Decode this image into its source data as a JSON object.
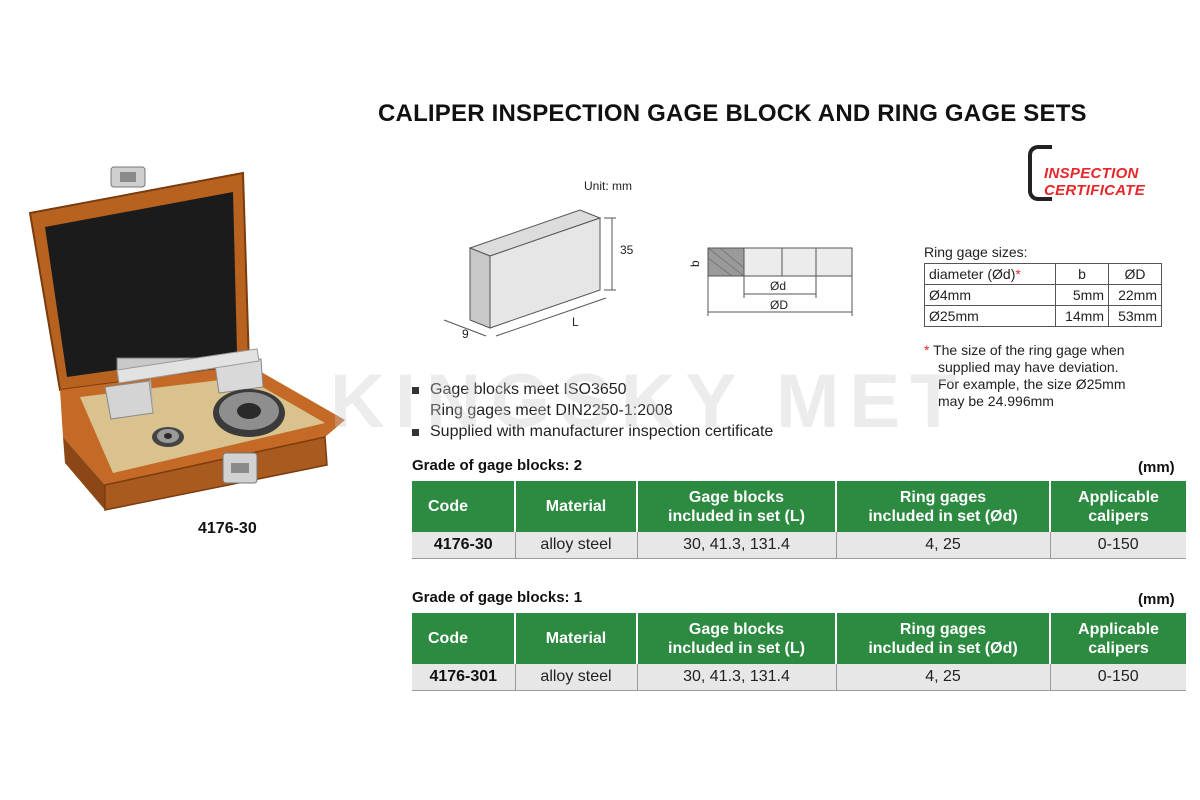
{
  "title": "CALIPER INSPECTION GAGE BLOCK AND RING GAGE SETS",
  "certificate": {
    "line1": "INSPECTION",
    "line2": "CERTIFICATE"
  },
  "product_code": "4176-30",
  "drawing": {
    "unit": "Unit: mm",
    "block_height": "35",
    "block_width": "9",
    "block_length": "L",
    "ring_b": "b",
    "ring_inner": "Ød",
    "ring_outer": "ØD"
  },
  "ring_gage": {
    "caption": "Ring gage sizes:",
    "headers": {
      "diameter": "diameter (Ød)",
      "star": "*",
      "b": "b",
      "od": "ØD"
    },
    "rows": [
      {
        "d": "Ø4mm",
        "b": "5mm",
        "od": "22mm"
      },
      {
        "d": "Ø25mm",
        "b": "14mm",
        "od": "53mm"
      }
    ]
  },
  "note": {
    "star": "*",
    "lines": [
      "The size of the ring gage when",
      "supplied may have deviation.",
      "For example, the size Ø25mm",
      "may be 24.996mm"
    ]
  },
  "features": [
    "Gage blocks meet ISO3650",
    "Ring gages meet DIN2250-1:2008",
    "Supplied with manufacturer inspection certificate"
  ],
  "watermark": "KINGSKY MET",
  "tables": [
    {
      "grade": "Grade of gage blocks: 2",
      "unit": "(mm)",
      "headers": {
        "code": "Code",
        "material": "Material",
        "blocks_1": "Gage blocks",
        "blocks_2": "included in set (L)",
        "rings_1": "Ring gages",
        "rings_2": "included in set (Ød)",
        "calipers_1": "Applicable",
        "calipers_2": "calipers"
      },
      "row": {
        "code": "4176-30",
        "material": "alloy steel",
        "blocks": "30, 41.3, 131.4",
        "rings": "4, 25",
        "calipers": "0-150"
      }
    },
    {
      "grade": "Grade of gage blocks: 1",
      "unit": "(mm)",
      "headers": {
        "code": "Code",
        "material": "Material",
        "blocks_1": "Gage blocks",
        "blocks_2": "included in set (L)",
        "rings_1": "Ring gages",
        "rings_2": "included in set (Ød)",
        "calipers_1": "Applicable",
        "calipers_2": "calipers"
      },
      "row": {
        "code": "4176-301",
        "material": "alloy steel",
        "blocks": "30, 41.3, 131.4",
        "rings": "4, 25",
        "calipers": "0-150"
      }
    }
  ],
  "colors": {
    "header_green": "#2c8a41",
    "accent_red": "#e8262a",
    "row_gray": "#e7e7e7",
    "wood": "#b8621f"
  }
}
